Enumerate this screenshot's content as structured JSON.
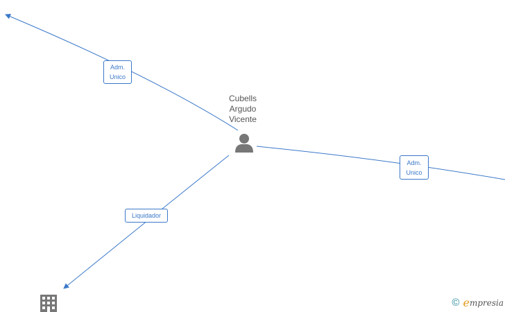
{
  "person": {
    "name_lines": [
      "Cubells",
      "Argudo",
      "Vicente"
    ]
  },
  "edges": [
    {
      "label_lines": [
        "Adm.",
        "Unico"
      ]
    },
    {
      "label_lines": [
        "Adm.",
        "Unico"
      ]
    },
    {
      "label_lines": [
        "Liquidador"
      ]
    }
  ],
  "icons": {
    "person": "person-icon",
    "company": "building-icon"
  },
  "watermark": {
    "copyright": "©",
    "brand_initial": "e",
    "brand_rest": "mpresia"
  },
  "colors": {
    "edge": "#3a78c9",
    "node_icon": "#777777",
    "watermark_accent": "#e39a1c",
    "watermark_copyright": "#2a8c9c"
  }
}
